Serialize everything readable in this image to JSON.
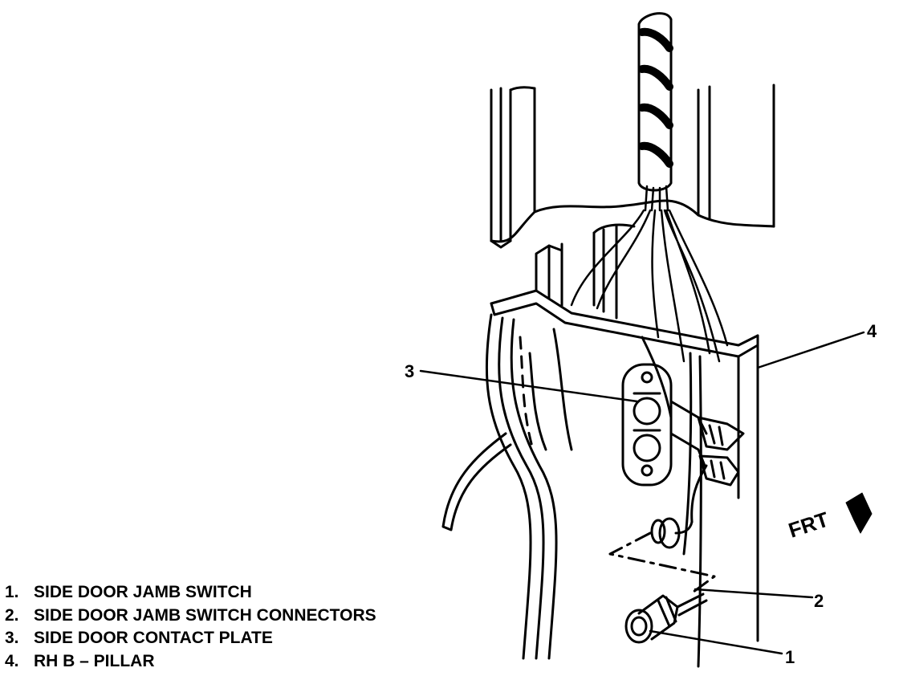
{
  "callouts": {
    "c1": "1",
    "c2": "2",
    "c3": "3",
    "c4": "4"
  },
  "direction_label": "FRT",
  "legend": [
    {
      "num": "1.",
      "text": "SIDE DOOR JAMB SWITCH"
    },
    {
      "num": "2.",
      "text": "SIDE DOOR JAMB SWITCH CONNECTORS"
    },
    {
      "num": "3.",
      "text": "SIDE DOOR CONTACT PLATE"
    },
    {
      "num": "4.",
      "text": "RH B – PILLAR"
    }
  ],
  "colors": {
    "ink": "#000000",
    "paper": "#ffffff"
  }
}
